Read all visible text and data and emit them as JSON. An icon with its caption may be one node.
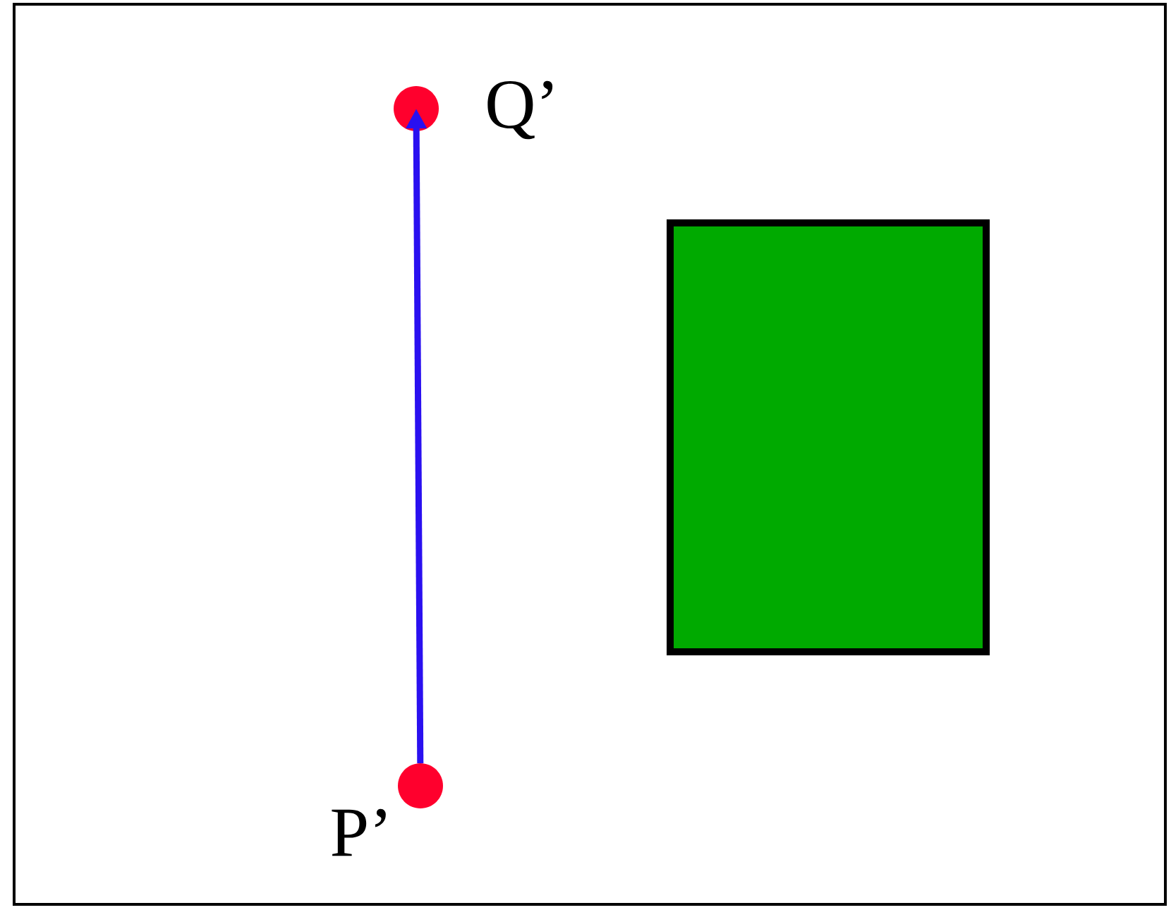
{
  "diagram": {
    "nodes": [
      {
        "text": [],
        "shape": "circle",
        "beside": [
          "Q’"
        ]
      },
      {
        "text": [],
        "shape": "box"
      },
      {
        "text": [],
        "shape": "circle",
        "beside": [
          "P’"
        ]
      }
    ],
    "edges": [
      {
        "from": 2,
        "to": 0,
        "arrow": "to",
        "color": "#2a10f0"
      }
    ]
  }
}
